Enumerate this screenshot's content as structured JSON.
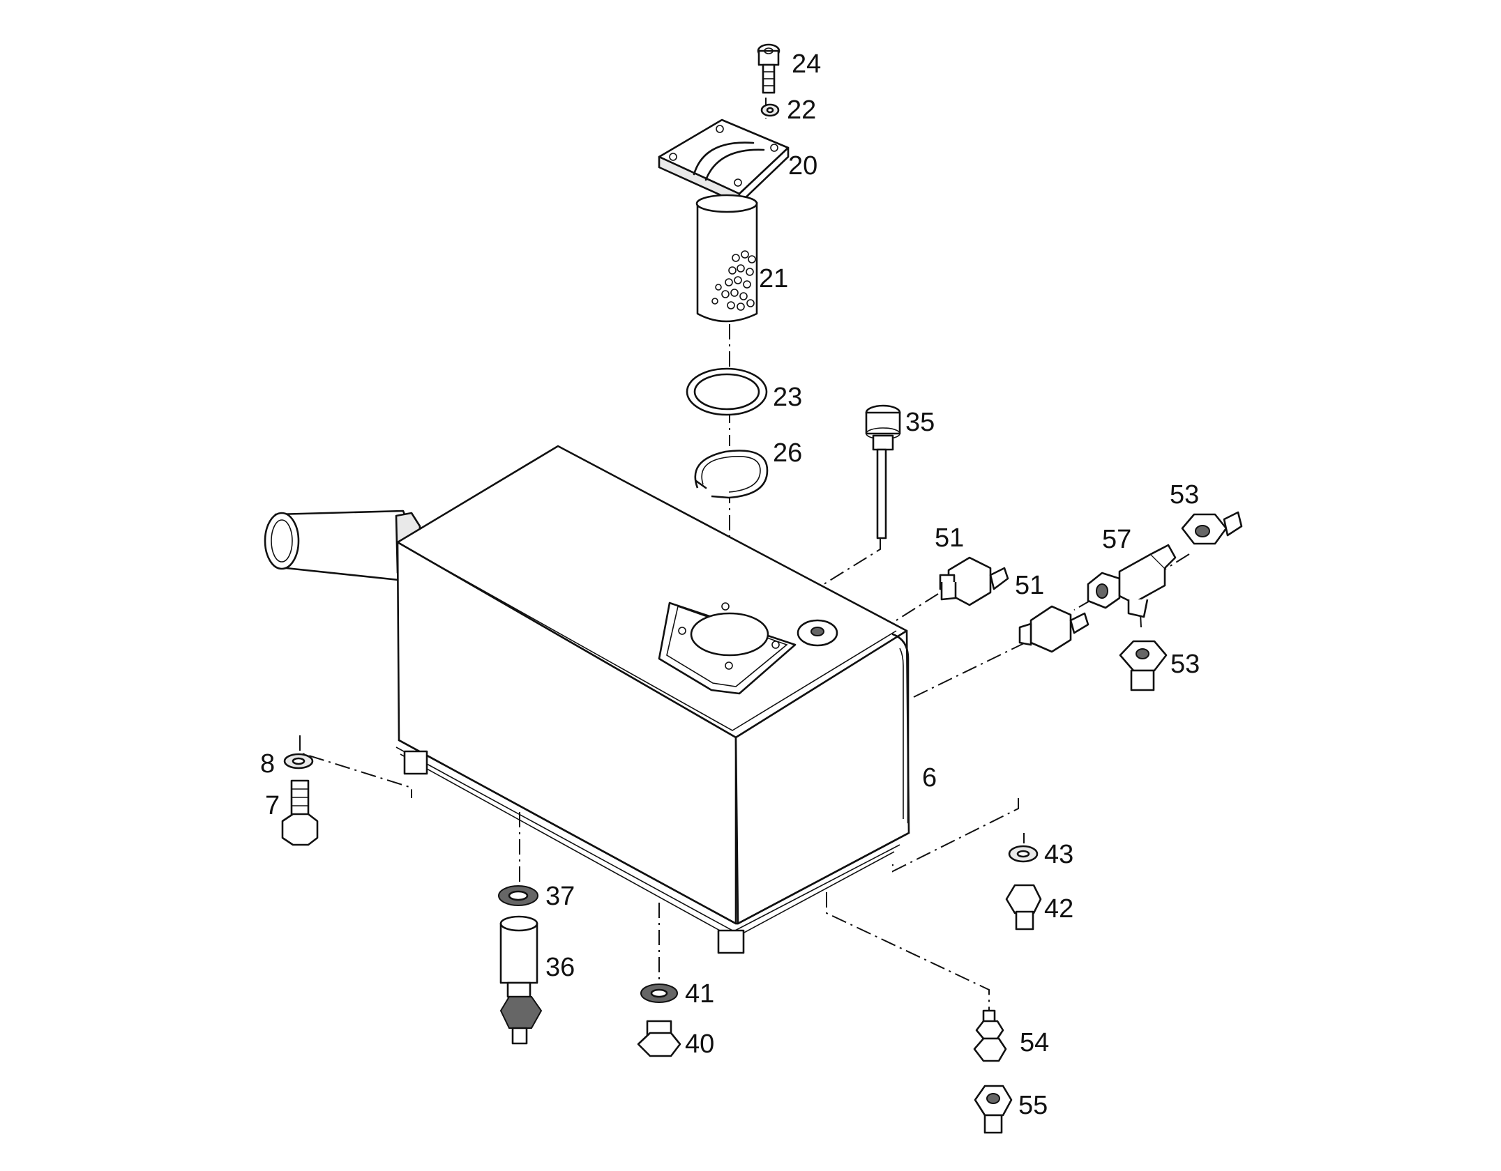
{
  "diagram": {
    "callouts": [
      {
        "id": "c24",
        "label": "24"
      },
      {
        "id": "c22",
        "label": "22"
      },
      {
        "id": "c20",
        "label": "20"
      },
      {
        "id": "c21",
        "label": "21"
      },
      {
        "id": "c23",
        "label": "23"
      },
      {
        "id": "c26",
        "label": "26"
      },
      {
        "id": "c35",
        "label": "35"
      },
      {
        "id": "c51a",
        "label": "51"
      },
      {
        "id": "c51b",
        "label": "51"
      },
      {
        "id": "c57",
        "label": "57"
      },
      {
        "id": "c53a",
        "label": "53"
      },
      {
        "id": "c53b",
        "label": "53"
      },
      {
        "id": "c6",
        "label": "6"
      },
      {
        "id": "c8",
        "label": "8"
      },
      {
        "id": "c7",
        "label": "7"
      },
      {
        "id": "c43",
        "label": "43"
      },
      {
        "id": "c42",
        "label": "42"
      },
      {
        "id": "c37",
        "label": "37"
      },
      {
        "id": "c36",
        "label": "36"
      },
      {
        "id": "c41",
        "label": "41"
      },
      {
        "id": "c40",
        "label": "40"
      },
      {
        "id": "c54",
        "label": "54"
      },
      {
        "id": "c55",
        "label": "55"
      }
    ]
  }
}
